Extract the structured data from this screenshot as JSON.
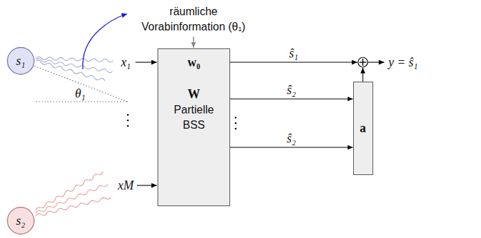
{
  "diagram": {
    "nodes": [
      {
        "text": [
          "s₁"
        ]
      },
      {
        "text": [
          "s₂"
        ]
      },
      {
        "text": [
          "w₀",
          "W",
          "Partielle BSS"
        ]
      },
      {
        "text": [
          "a"
        ]
      }
    ],
    "edges": [
      {
        "from": 2,
        "to": 3,
        "arrow": "to",
        "label": "ŝ₂"
      },
      {
        "from": 2,
        "to": 3,
        "arrow": "to",
        "label": "ŝ₂"
      }
    ],
    "labels": [
      "räumliche Vorabinformation (θ₁)",
      "θ₁",
      "x₁",
      "xM",
      "ŝ₁",
      "y = ŝ₁"
    ]
  }
}
